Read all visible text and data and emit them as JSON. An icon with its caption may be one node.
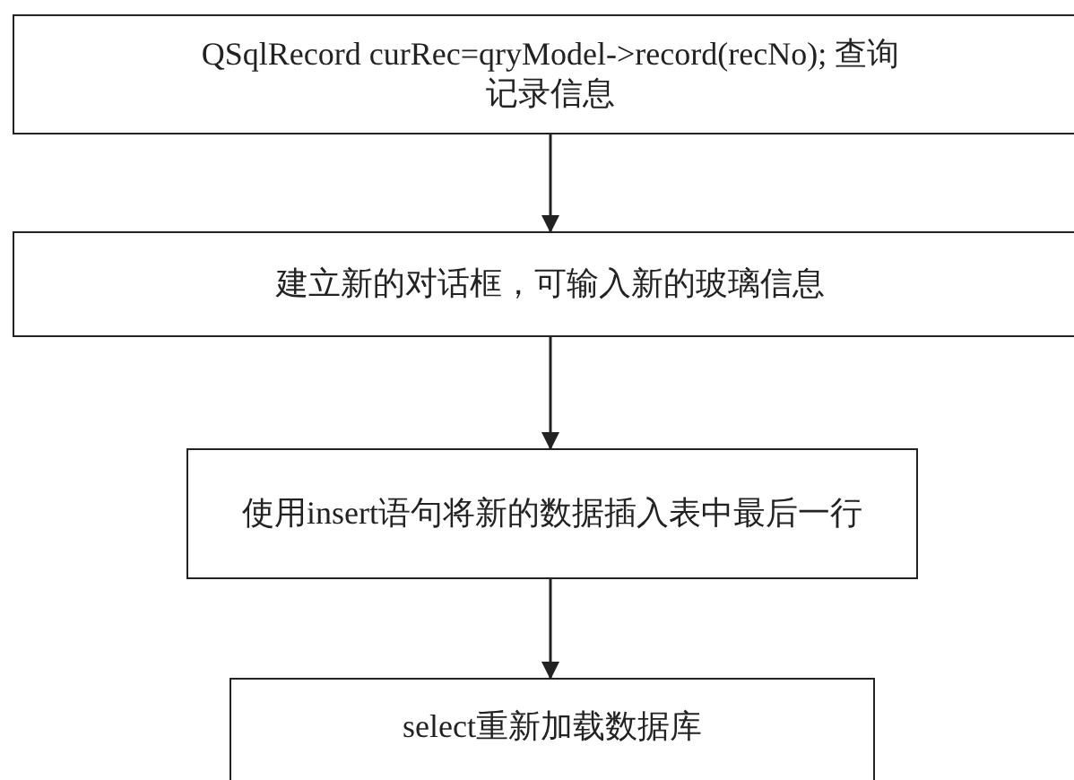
{
  "diagram": {
    "nodes": [
      {
        "text": [
          "QSqlRecord curRec=qryModel->record(recNo); 查询记录信息"
        ]
      },
      {
        "text": [
          "建立新的对话框，可输入新的玻璃信息"
        ]
      },
      {
        "text": [
          "使用insert语句将新的数据插入表中最后一行"
        ]
      },
      {
        "text": [
          "select重新加载数据库"
        ]
      }
    ],
    "edges": [
      {
        "from": 0,
        "to": 1,
        "arrow": "to"
      },
      {
        "from": 1,
        "to": 2,
        "arrow": "to"
      },
      {
        "from": 2,
        "to": 3,
        "arrow": "to"
      }
    ]
  }
}
